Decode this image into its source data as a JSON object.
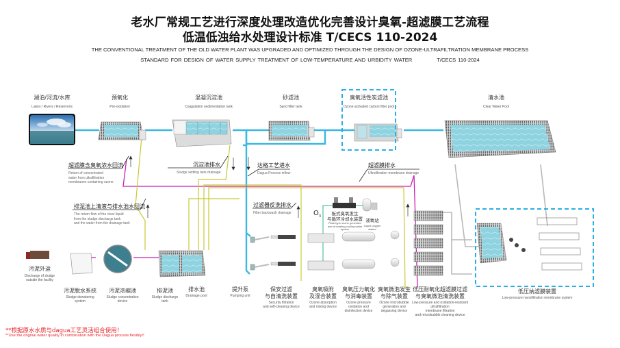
{
  "header": {
    "title_cn_line1": "老水厂常规工艺进行深度处理改造优化完善设计臭氧-超滤膜工艺流程",
    "title_cn_line2": "低温低浊给水处理设计标准 T/CECS 110-2024",
    "title_en_line1": "THE CONVENTIONAL TREATMENT  OF THE OLD WATER PLANT WAS UPGRADED AND OPTIMIZED THROUGH THE DESIGN OF OZONE-ULTRAFILTRATION MEMBRANE PROCESS",
    "title_en_line2": "STANDARD FOR DESIGN OF WATER SUPPLY TREATMENT OF LOW-TEMPERATURE AND URBIDITY WATER",
    "standard_code": "T/CECS 110-2024"
  },
  "colors": {
    "water_line": "#3ab8e0",
    "sludge_line": "#c81fb4",
    "return_line": "#c9c832",
    "ozone_line": "#2db38a",
    "highlight_box": "#29aee6",
    "footnote": "#e8242a"
  },
  "stages_top": [
    {
      "cn": "湖泊/河流/水库",
      "en": "Lakes / Rivers / Reservoirs"
    },
    {
      "cn": "预氧化",
      "en": "Pre-oxidation"
    },
    {
      "cn": "混凝沉淀池",
      "en": "Coagulation sedimentation tank"
    },
    {
      "cn": "砂滤池",
      "en": "Sand filter tank"
    },
    {
      "cn": "臭氧活性炭滤池",
      "en": "Ozone activated carbon filter pool"
    },
    {
      "cn": "清水池",
      "en": "Clear Water Pool"
    }
  ],
  "flow_notes": [
    {
      "cn": "超滤膜含臭氧浓水回流",
      "en": [
        "Return of concentrated",
        "water from ultrafiltration",
        "membranes containing ozone"
      ]
    },
    {
      "cn": "沉淀池排水",
      "en": [
        "Sludge settling tank drainage"
      ]
    },
    {
      "cn": "达格工艺进水",
      "en": [
        "Dagua Process inflow"
      ]
    },
    {
      "cn": "超滤膜排水",
      "en": [
        "Ultrafiltration membrane drainage"
      ]
    },
    {
      "cn": "排泥池上清液与排水池水回流",
      "en": [
        "The return flow of the clear liquid",
        "from the sludge discharge tank",
        "and the water from the drainage tank"
      ]
    },
    {
      "cn": "过滤器反洗排水",
      "en": [
        "Filter backwash drainage"
      ]
    }
  ],
  "ozone_equipment": [
    {
      "cn": [
        "板式臭氧发生",
        "与循环冷却水装置"
      ],
      "en": [
        "Plate-type ozone generator",
        "and circulating cooling water",
        "system"
      ]
    },
    {
      "cn": [
        "液氧站"
      ],
      "en": [
        "Liquid oxygen",
        "station"
      ]
    }
  ],
  "ozone_symbol": "O",
  "ozone_subscript": "3",
  "sludge_units": [
    {
      "cn": "污泥外运",
      "en": [
        "Discharge of sludge",
        "outside the facility"
      ]
    },
    {
      "cn": "污泥脱水系统",
      "en": [
        "Sludge dewatering",
        "system"
      ]
    },
    {
      "cn": "污泥浓缩池",
      "en": [
        "Sludge concentration",
        "device"
      ]
    },
    {
      "cn": "排泥池",
      "en": [
        "Sludge discharge",
        "tank"
      ]
    },
    {
      "cn": "排水池",
      "en": [
        "Drainage pool"
      ]
    }
  ],
  "process_units": [
    {
      "cn": [
        "提升泵"
      ],
      "en": [
        "Pumping unit"
      ]
    },
    {
      "cn": [
        "保安过滤",
        "与自清洗装置"
      ],
      "en": [
        "Security filtration",
        "and self-cleaning device"
      ]
    },
    {
      "cn": [
        "臭氧吸附",
        "及混合装置"
      ],
      "en": [
        "Ozone absorption",
        "and mixing device"
      ]
    },
    {
      "cn": [
        "臭氧压力氧化",
        "与消毒装置"
      ],
      "en": [
        "Ozone pressure",
        "oxidation and",
        "disinfection device"
      ]
    },
    {
      "cn": [
        "臭氧微泡发生",
        "与除气装置"
      ],
      "en": [
        "Ozone microbubble",
        "generation and",
        "degassing device"
      ]
    },
    {
      "cn": [
        "低压耐氧化超滤膜过滤",
        "与臭氧微泡清洗装置"
      ],
      "en": [
        "Low-pressure and oxidation-resistant",
        "ultrafiltration",
        "membrane filtration",
        "and microbubble cleaning device"
      ]
    },
    {
      "cn": [
        "低压纳滤膜装置"
      ],
      "en": [
        "Low-pressure nanofiltration membrane system"
      ]
    }
  ],
  "footnotes": {
    "cn": "**根据原水水质与dagua工艺灵活组合使用！",
    "en": "**Use the original water quality in combination with the Dagua process flexibly!!"
  }
}
